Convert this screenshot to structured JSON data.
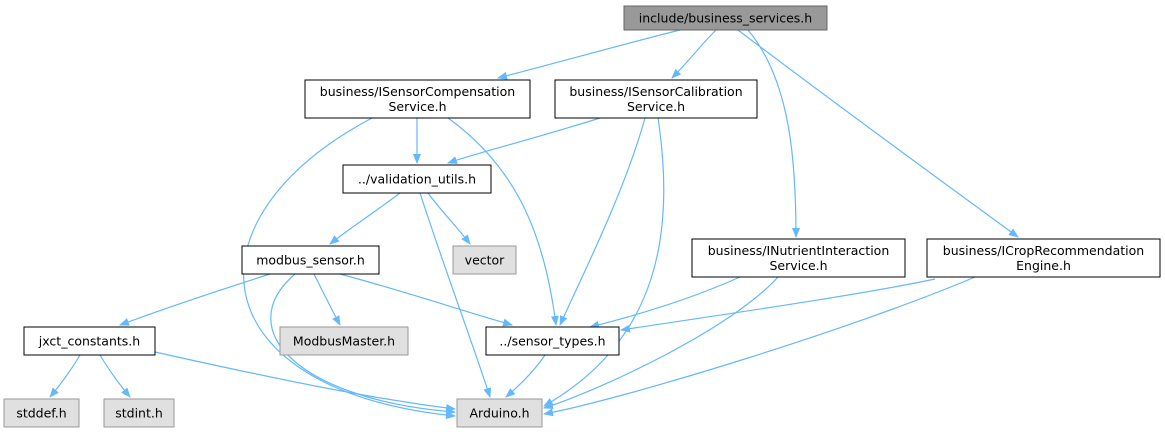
{
  "nodes": [
    {
      "id": "root",
      "lines": [
        "include/business_services.h"
      ],
      "style": "root"
    },
    {
      "id": "comp",
      "lines": [
        "business/ISensorCompensation",
        "Service.h"
      ],
      "style": "normal"
    },
    {
      "id": "calib",
      "lines": [
        "business/ISensorCalibration",
        "Service.h"
      ],
      "style": "normal"
    },
    {
      "id": "valid",
      "lines": [
        "../validation_utils.h"
      ],
      "style": "normal"
    },
    {
      "id": "modbus",
      "lines": [
        "modbus_sensor.h"
      ],
      "style": "normal"
    },
    {
      "id": "vector",
      "lines": [
        "vector"
      ],
      "style": "external"
    },
    {
      "id": "nutrient",
      "lines": [
        "business/INutrientInteraction",
        "Service.h"
      ],
      "style": "normal"
    },
    {
      "id": "crop",
      "lines": [
        "business/ICropRecommendation",
        "Engine.h"
      ],
      "style": "normal"
    },
    {
      "id": "jxct",
      "lines": [
        "jxct_constants.h"
      ],
      "style": "normal"
    },
    {
      "id": "modbusmaster",
      "lines": [
        "ModbusMaster.h"
      ],
      "style": "external"
    },
    {
      "id": "sensortypes",
      "lines": [
        "../sensor_types.h"
      ],
      "style": "normal"
    },
    {
      "id": "stddef",
      "lines": [
        "stddef.h"
      ],
      "style": "external"
    },
    {
      "id": "stdint",
      "lines": [
        "stdint.h"
      ],
      "style": "external"
    },
    {
      "id": "arduino",
      "lines": [
        "Arduino.h"
      ],
      "style": "external"
    }
  ],
  "edges": [
    [
      "root",
      "comp"
    ],
    [
      "root",
      "calib"
    ],
    [
      "root",
      "nutrient"
    ],
    [
      "root",
      "crop"
    ],
    [
      "comp",
      "valid"
    ],
    [
      "comp",
      "sensortypes"
    ],
    [
      "comp",
      "arduino"
    ],
    [
      "calib",
      "valid"
    ],
    [
      "calib",
      "sensortypes"
    ],
    [
      "calib",
      "arduino"
    ],
    [
      "valid",
      "modbus"
    ],
    [
      "valid",
      "vector"
    ],
    [
      "valid",
      "arduino"
    ],
    [
      "modbus",
      "jxct"
    ],
    [
      "modbus",
      "modbusmaster"
    ],
    [
      "modbus",
      "sensortypes"
    ],
    [
      "modbus",
      "arduino"
    ],
    [
      "nutrient",
      "sensortypes"
    ],
    [
      "nutrient",
      "arduino"
    ],
    [
      "crop",
      "sensortypes"
    ],
    [
      "crop",
      "arduino"
    ],
    [
      "jxct",
      "stddef"
    ],
    [
      "jxct",
      "stdint"
    ],
    [
      "jxct",
      "arduino"
    ],
    [
      "sensortypes",
      "arduino"
    ]
  ],
  "colors": {
    "edge": "#63b8ff",
    "root_fill": "#999999",
    "normal_fill": "#ffffff",
    "external_fill": "#e0e0e0",
    "normal_border": "#000000",
    "external_border": "#999999"
  }
}
